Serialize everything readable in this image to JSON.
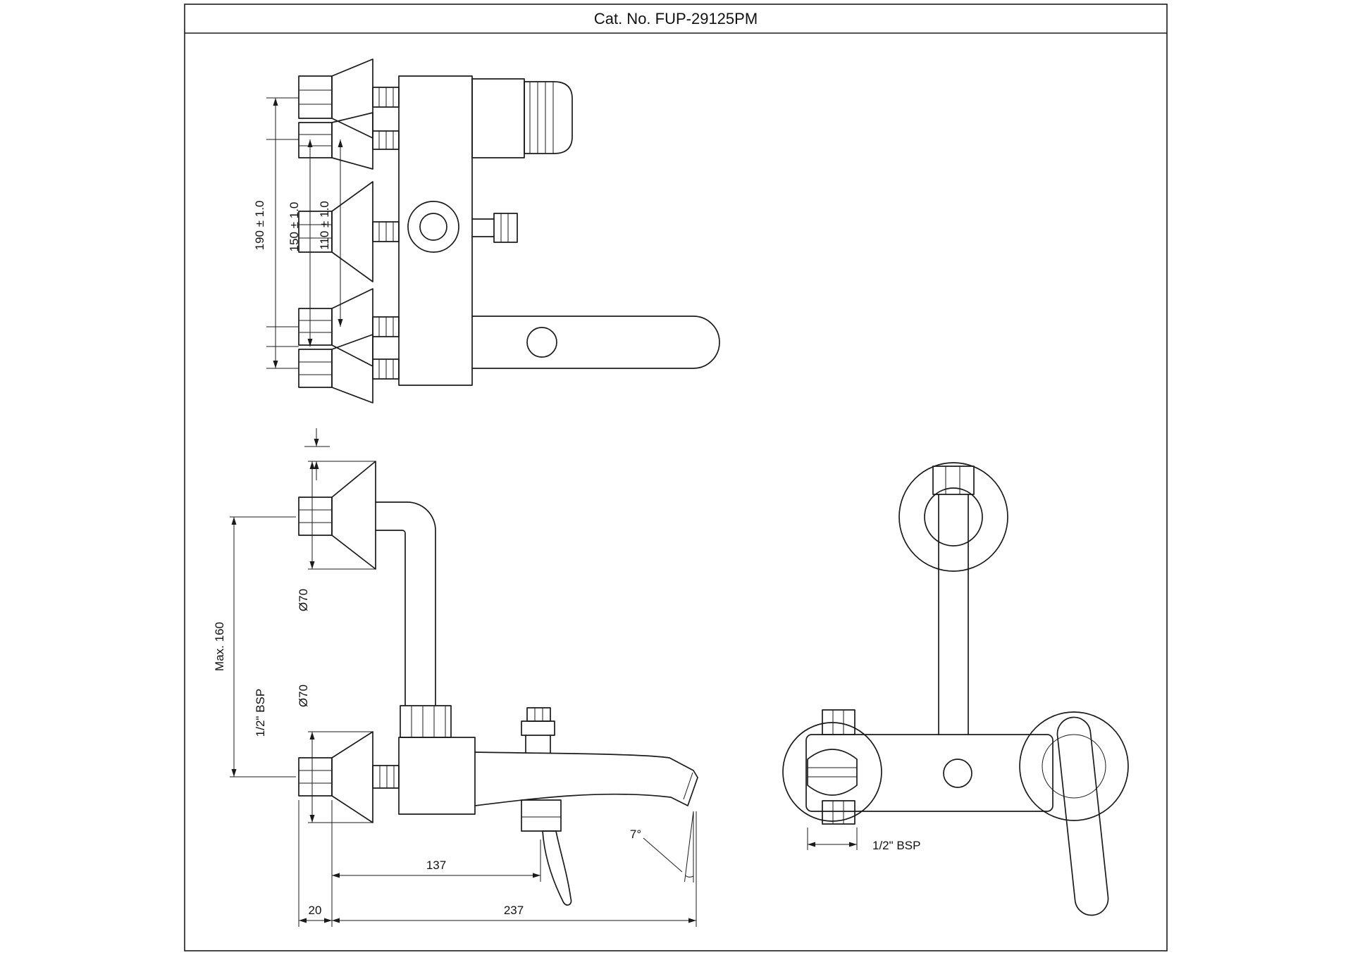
{
  "title": "Cat. No. FUP-29125PM",
  "labels": {
    "top_view": {
      "d190": "190 ± 1.0",
      "d150": "150 ± 1.0",
      "d110": "110 ± 1.0"
    },
    "front_view": {
      "max160": "Max. 160",
      "dia70_top": "Ø70",
      "dia70_bottom": "Ø70",
      "bsp": "1/2\" BSP",
      "d137": "137",
      "d20": "20",
      "d237": "237",
      "angle": "7°"
    },
    "side_view": {
      "bsp": "1/2\" BSP"
    }
  }
}
